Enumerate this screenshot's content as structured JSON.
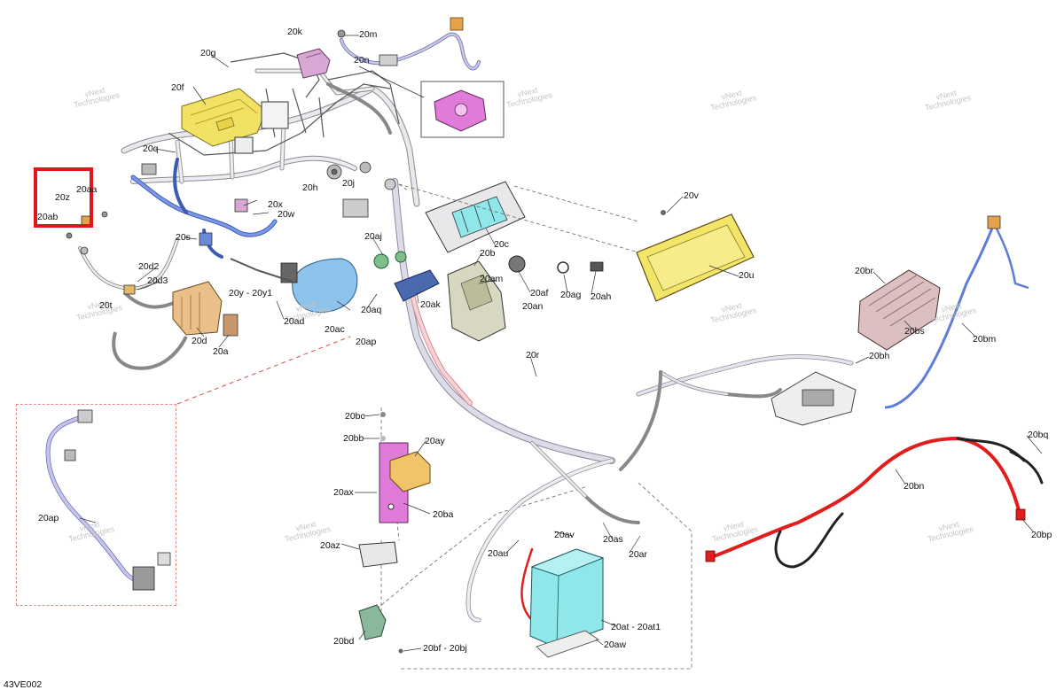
{
  "diagram_code": "43VE002",
  "watermark_lines": [
    "vNext",
    "Technologies"
  ],
  "colors": {
    "highlight": "#e0161b",
    "harness": "#d8d8e0",
    "harness_blue": "#5d7dd8",
    "ecu_yellow": "#f1e266",
    "connector_pink": "#d9a7d4",
    "battery_cyan": "#8fe7ea",
    "bracket_magenta": "#e07bd9",
    "cable_red": "#e21d1d",
    "display_yellow": "#f3e46a",
    "module_blue": "#8ec3ec",
    "part_brown": "#e9c089"
  },
  "callouts": {
    "c20k": "20k",
    "c20m": "20m",
    "c20n": "20n",
    "c20g": "20g",
    "c20f": "20f",
    "c20q": "20q",
    "c20h": "20h",
    "c20j": "20j",
    "c20aa": "20aa",
    "c20z": "20z",
    "c20ab": "20ab",
    "c20x": "20x",
    "c20w": "20w",
    "c20s": "20s",
    "c20d2": "20d2",
    "c20d3": "20d3",
    "c20t": "20t",
    "c20y": "20y - 20y1",
    "c20ad": "20ad",
    "c20ac": "20ac",
    "c20d": "20d",
    "c20a": "20a",
    "c20aj": "20aj",
    "c20c": "20c",
    "c20b": "20b",
    "c20v": "20v",
    "c20u": "20u",
    "c20am": "20am",
    "c20an": "20an",
    "c20af": "20af",
    "c20ag": "20ag",
    "c20ah": "20ah",
    "c20ak": "20ak",
    "c20aq": "20aq",
    "c20ap_main": "20ap",
    "c20br": "20br",
    "c20bs": "20bs",
    "c20bm": "20bm",
    "c20bh": "20bh",
    "c20r": "20r",
    "c20bc": "20bc",
    "c20bb": "20bb",
    "c20ay": "20ay",
    "c20ax": "20ax",
    "c20ba": "20ba",
    "c20az": "20az",
    "c20ap_detail": "20ap",
    "c20au": "20au",
    "c20av": "20av",
    "c20as": "20as",
    "c20ar": "20ar",
    "c20at": "20at - 20at1",
    "c20aw": "20aw",
    "c20bd": "20bd",
    "c20bf": "20bf - 20bj",
    "c20bn": "20bn",
    "c20bq": "20bq",
    "c20bp": "20bp"
  }
}
